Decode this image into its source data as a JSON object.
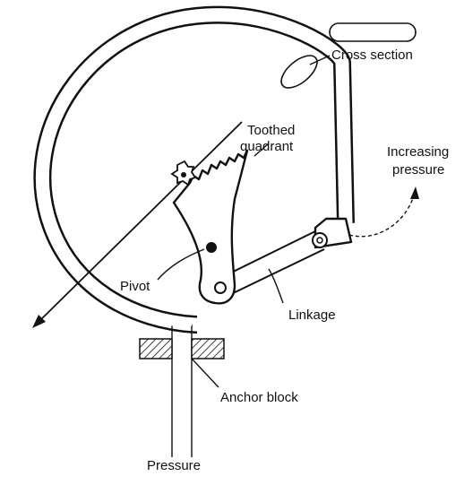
{
  "labels": {
    "cross_section": "Cross section",
    "toothed_1": "Toothed",
    "toothed_2": "quadrant",
    "increasing_1": "Increasing",
    "increasing_2": "pressure",
    "pivot": "Pivot",
    "linkage": "Linkage",
    "anchor_block": "Anchor block",
    "pressure": "Pressure"
  },
  "colors": {
    "ink": "#111111",
    "background": "#ffffff"
  }
}
